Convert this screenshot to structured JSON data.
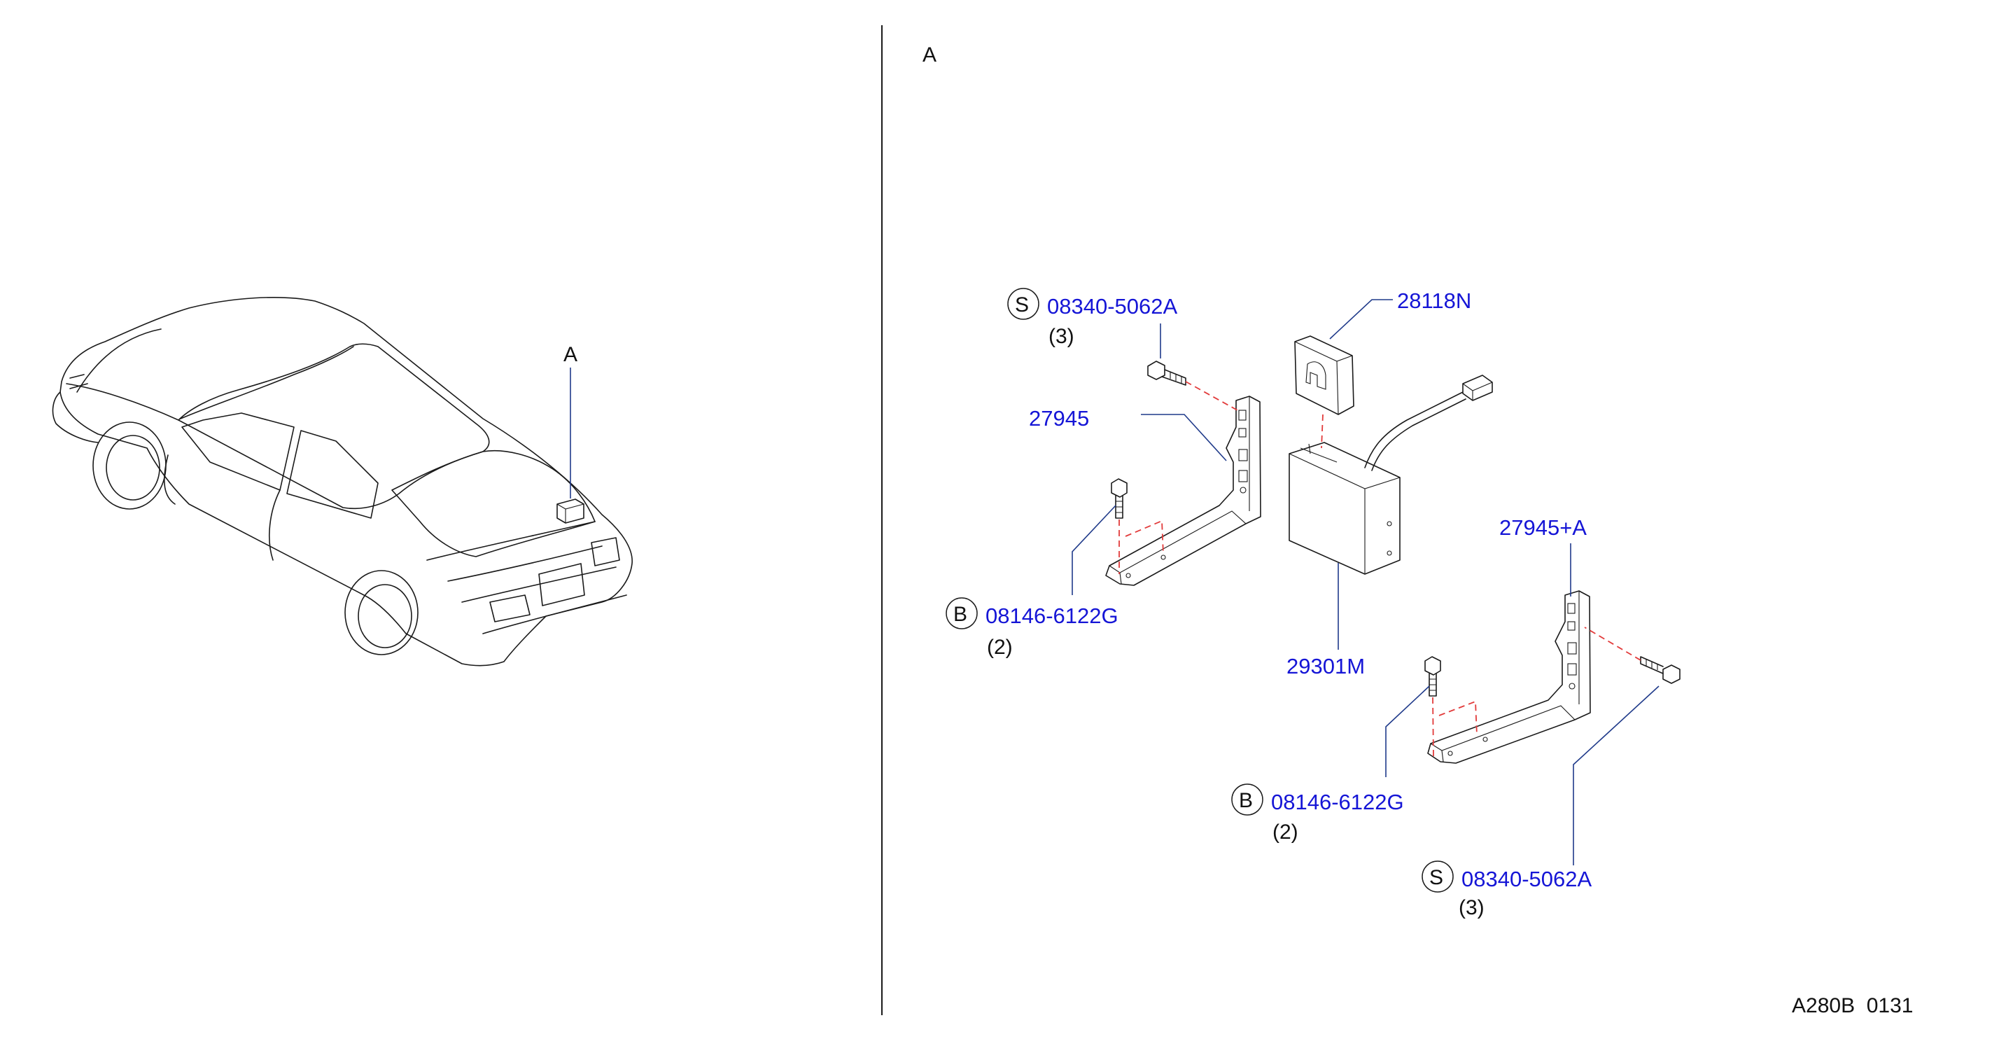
{
  "view_label": "A",
  "car_callout": "A",
  "footer_code": "A280B  0131",
  "callouts": {
    "bolt_s_top": {
      "badge": "S",
      "part": "08340-5062A",
      "qty": "(3)"
    },
    "bracket_left": {
      "part": "27945"
    },
    "cover": {
      "part": "28118N"
    },
    "bolt_b_left": {
      "badge": "B",
      "part": "08146-6122G",
      "qty": "(2)"
    },
    "module": {
      "part": "29301M"
    },
    "bracket_right": {
      "part": "27945+A"
    },
    "bolt_b_right": {
      "badge": "B",
      "part": "08146-6122G",
      "qty": "(2)"
    },
    "bolt_s_bottom": {
      "badge": "S",
      "part": "08340-5062A",
      "qty": "(3)"
    }
  },
  "colors": {
    "part_number": "#1515d6",
    "leader": "#1f3a8a",
    "dashed_path": "#e23b3b",
    "line": "#1a1a1a"
  }
}
